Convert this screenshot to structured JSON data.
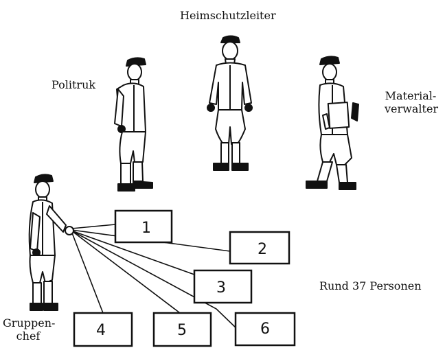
{
  "roles": {
    "leader": "Heimschutzleiter",
    "politruk": "Politruk",
    "material_line1": "Material-",
    "material_line2": "verwalter",
    "chief_line1": "Gruppen-",
    "chief_line2": "chef"
  },
  "summary": "Rund 37 Personen",
  "groups": [
    "1",
    "2",
    "3",
    "4",
    "5",
    "6"
  ],
  "colors": {
    "ink": "#111111",
    "paper": "#ffffff"
  }
}
